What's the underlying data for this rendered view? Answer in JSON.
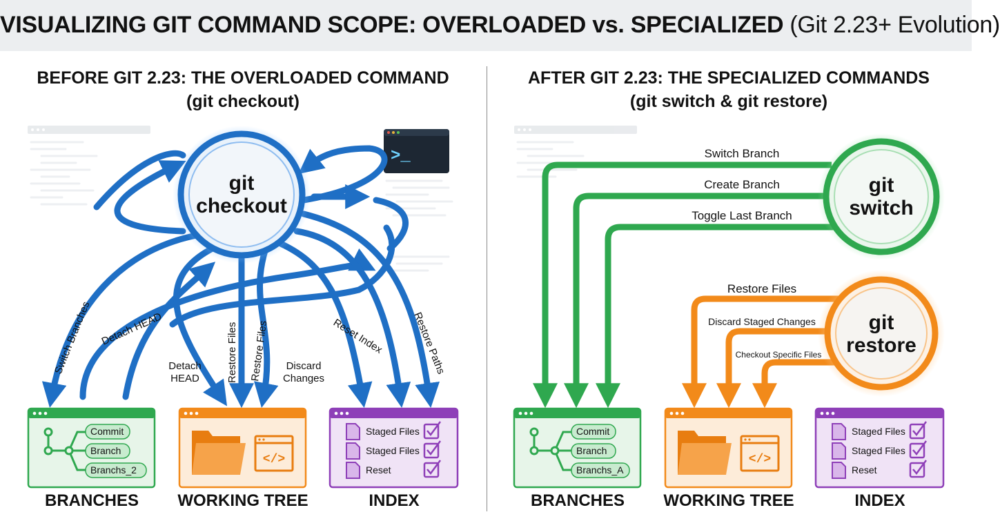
{
  "title": {
    "bold": "VISUALIZING GIT COMMAND SCOPE: OVERLOADED vs. SPECIALIZED",
    "light": "(Git 2.23+ Evolution)"
  },
  "left": {
    "heading_line1": "BEFORE GIT 2.23: THE OVERLOADED COMMAND",
    "heading_line2": "(git checkout)",
    "command_line1": "git",
    "command_line2": "checkout",
    "terminal_prompt": ">_",
    "arrow_labels": {
      "switch_branches": "Switch Branches",
      "detach_head_diag": "Detach HEAD",
      "detach_head_1": "Detach",
      "detach_head_2": "HEAD",
      "restore_files_a": "Restore Files",
      "restore_files_b": "Restore Files",
      "discard_1": "Discard",
      "discard_2": "Changes",
      "reset_index": "Reset Index",
      "restore_paths": "Restore Paths"
    },
    "branches_box": {
      "items": [
        "Commit",
        "Branch",
        "Branchs_2"
      ],
      "label": "BRANCHES"
    },
    "working_tree_box": {
      "label": "WORKING TREE"
    },
    "index_box": {
      "items": [
        "Staged Files",
        "Staged Files",
        "Reset"
      ],
      "label": "INDEX"
    }
  },
  "right": {
    "heading_line1": "AFTER GIT 2.23: THE SPECIALIZED COMMANDS",
    "heading_line2": "(git switch & git restore)",
    "switch_line1": "git",
    "switch_line2": "switch",
    "restore_line1": "git",
    "restore_line2": "restore",
    "switch_labels": [
      "Switch Branch",
      "Create Branch",
      "Toggle Last Branch"
    ],
    "restore_labels": [
      "Restore Files",
      "Discard Staged Changes",
      "Checkout Specific Files"
    ],
    "branches_box": {
      "items": [
        "Commit",
        "Branch",
        "Branchs_A"
      ],
      "label": "BRANCHES"
    },
    "working_tree_box": {
      "label": "WORKING TREE"
    },
    "index_box": {
      "items": [
        "Staged Files",
        "Staged Files",
        "Reset"
      ],
      "label": "INDEX"
    }
  },
  "colors": {
    "blue": "#1f6fc5",
    "green": "#2fa84f",
    "orange": "#f28a1a",
    "purple": "#8e3fb8"
  }
}
